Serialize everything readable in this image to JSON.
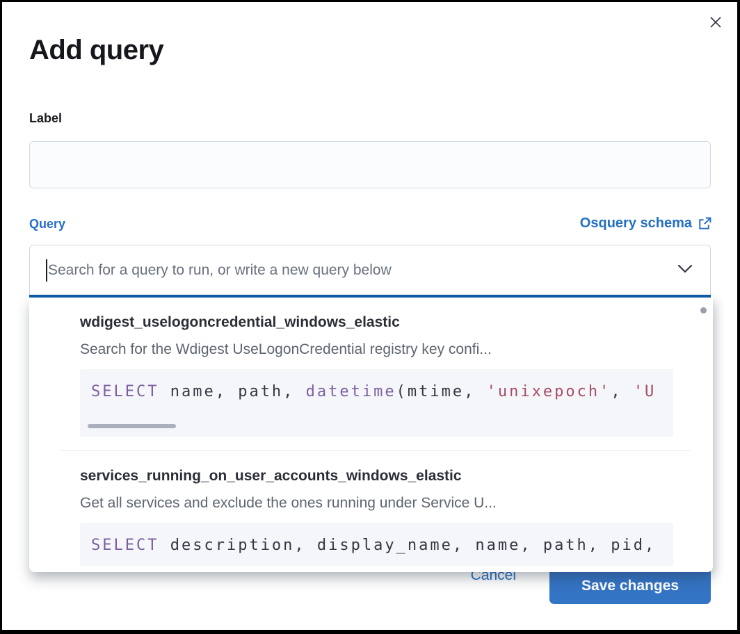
{
  "modal": {
    "title": "Add query"
  },
  "label_field": {
    "label": "Label",
    "value": ""
  },
  "query_field": {
    "label": "Query",
    "schema_link_label": "Osquery schema",
    "placeholder": "Search for a query to run, or write a new query below",
    "value": ""
  },
  "dropdown": {
    "options": [
      {
        "id": "wdigest_uselogoncredential_windows_elastic",
        "description": "Search for the Wdigest UseLogonCredential registry key confi...",
        "sql_tokens": [
          {
            "t": "SELECT",
            "c": "keyword"
          },
          {
            "t": " name, path, ",
            "c": "plain"
          },
          {
            "t": "datetime",
            "c": "keyword"
          },
          {
            "t": "(mtime, ",
            "c": "plain"
          },
          {
            "t": "'unixepoch'",
            "c": "string"
          },
          {
            "t": ", ",
            "c": "plain"
          },
          {
            "t": "'U",
            "c": "string"
          }
        ]
      },
      {
        "id": "services_running_on_user_accounts_windows_elastic",
        "description": "Get all services and exclude the ones running under Service U...",
        "sql_tokens": [
          {
            "t": "SELECT",
            "c": "keyword"
          },
          {
            "t": " description, display_name, name, path, pid,",
            "c": "plain"
          }
        ]
      }
    ]
  },
  "footer": {
    "cancel_label": "Cancel",
    "save_label": "Save changes"
  },
  "colors": {
    "primary": "#2470c2",
    "save-fill": "#3474c4",
    "code-keyword": "#7d5fa0",
    "code-string": "#a84a68",
    "code-plain": "#343741"
  }
}
